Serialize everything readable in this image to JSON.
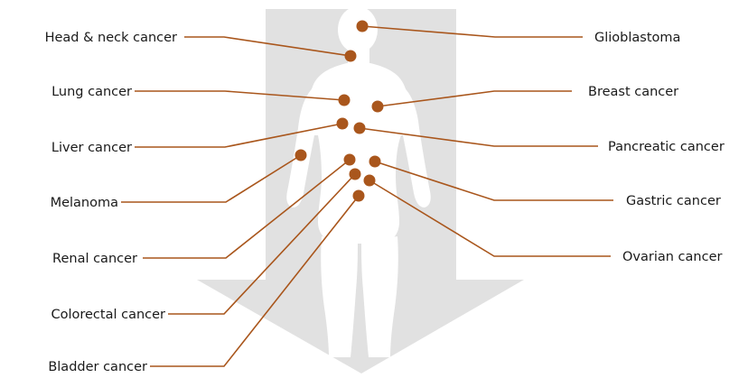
{
  "colors": {
    "arrow": "#e1e1e1",
    "body": "#ffffff",
    "marker": "#a9561c",
    "leader": "#a9561c",
    "text": "#1a1a1a"
  },
  "labels": {
    "left": [
      "Head & neck cancer",
      "Lung cancer",
      "Liver cancer",
      "Melanoma",
      "Renal cancer",
      "Colorectal cancer",
      "Bladder cancer"
    ],
    "right": [
      "Glioblastoma",
      "Breast cancer",
      "Pancreatic cancer",
      "Gastric cancer",
      "Ovarian cancer"
    ]
  }
}
